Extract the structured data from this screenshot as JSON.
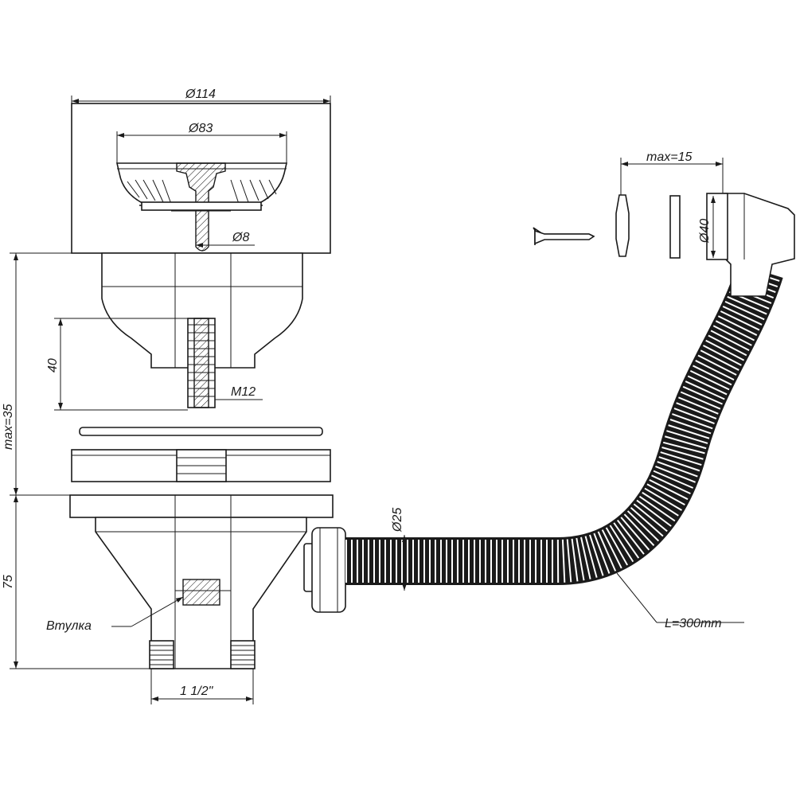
{
  "labels": {
    "dia_114": "Ø114",
    "dia_83": "Ø83",
    "dia_8": "Ø8",
    "height_40": "40",
    "thread_m12": "M12",
    "max_35": "max=35",
    "height_75": "75",
    "bushing": "Втулка",
    "pipe_1_1_2": "1 1/2\"",
    "dia_25": "Ø25",
    "hose_length": "L=300mm",
    "max_15": "max=15",
    "dia_40": "Ø40"
  },
  "colors": {
    "line": "#1a1a1a",
    "fill": "#ffffff",
    "hose": "#2a2a2a"
  }
}
